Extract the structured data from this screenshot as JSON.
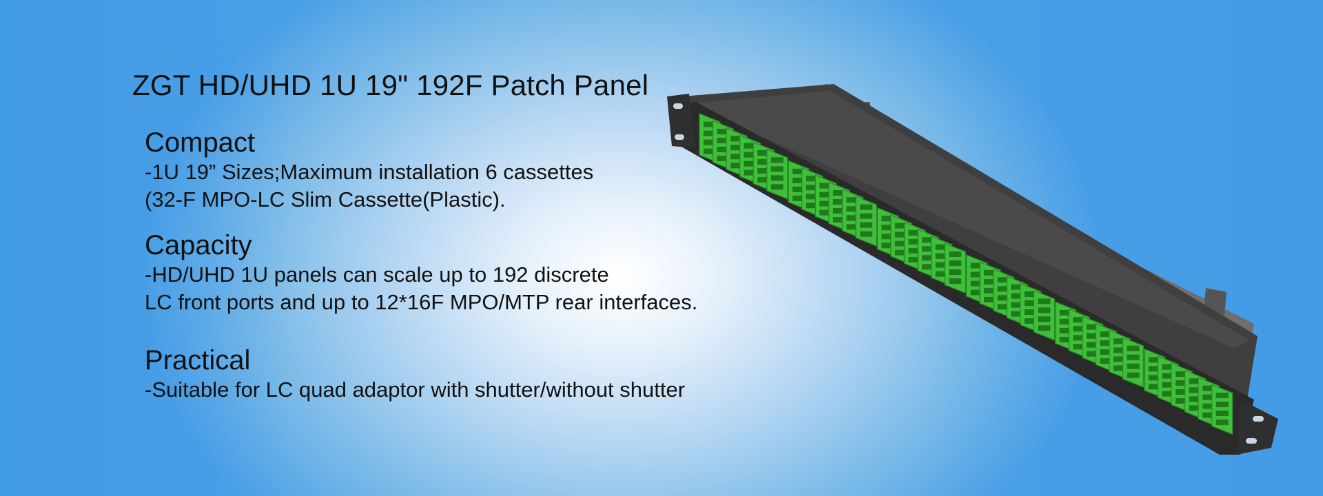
{
  "banner": {
    "title": "ZGT HD/UHD 1U 19\" 192F Patch Panel",
    "sections": [
      {
        "heading": "Compact",
        "lines": [
          "-1U 19” Sizes;Maximum installation 6 cassettes",
          "(32-F MPO-LC Slim Cassette(Plastic)."
        ]
      },
      {
        "heading": "Capacity",
        "lines": [
          "-HD/UHD 1U panels can scale up to 192 discrete",
          "LC front ports and up to 12*16F MPO/MTP rear interfaces."
        ]
      },
      {
        "heading": "Practical",
        "lines": [
          "-Suitable for LC quad adaptor with shutter/without shutter"
        ]
      }
    ]
  },
  "colors": {
    "background_edge": "#4aa0e6",
    "background_center": "#ffffff",
    "panel_body": "#3d3d3d",
    "adapter_green": "#3fbf3a"
  }
}
